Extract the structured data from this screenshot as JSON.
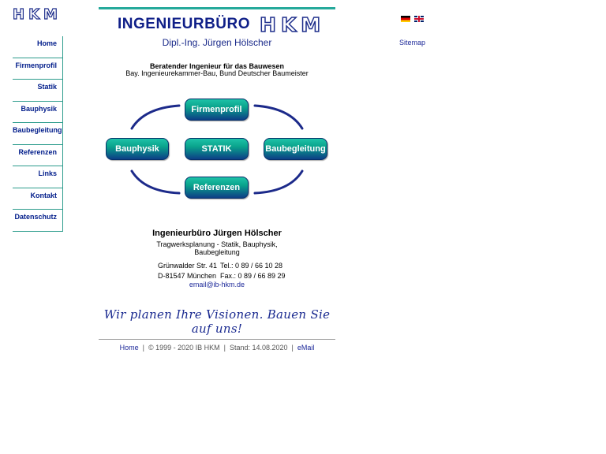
{
  "logo": {
    "text": "HKM"
  },
  "nav": {
    "items": [
      {
        "label": "Home"
      },
      {
        "label": "Firmenprofil"
      },
      {
        "label": "Statik"
      },
      {
        "label": "Bauphysik"
      },
      {
        "label": "Baubegleitung"
      },
      {
        "label": "Referenzen"
      },
      {
        "label": "Links"
      },
      {
        "label": "Kontakt"
      },
      {
        "label": "Datenschutz"
      }
    ]
  },
  "header": {
    "name": "INGENIEURBÜRO",
    "hkm": "HKM",
    "subtitle": "Dipl.-Ing. Jürgen Hölscher",
    "intro_bold": "Beratender Ingenieur für das Bauwesen",
    "intro": "Bay. Ingenieurekammer-Bau, Bund Deutscher Baumeister"
  },
  "diagram": {
    "top": "Firmenprofil",
    "left": "Bauphysik",
    "center": "STATIK",
    "right": "Baubegleitung",
    "bottom": "Referenzen"
  },
  "contact": {
    "firm": "Ingenieurbüro Jürgen Hölscher",
    "services_line1": "Tragwerksplanung - Statik, Bauphysik,",
    "services_line2": "Baubegleitung",
    "street": "Grünwalder Str. 41",
    "city": "D-81547 München",
    "tel": "Tel.: 0 89 / 66 10 28",
    "fax": "Fax.: 0 89 / 66 89 29",
    "email": "email@ib-hkm.de"
  },
  "slogan": "Wir planen Ihre Visionen. Bauen Sie auf uns!",
  "footer": {
    "home": "Home",
    "copyright": "© 1999 - 2020  IB HKM",
    "stand": "Stand: 14.08.2020",
    "email": "eMail"
  },
  "right": {
    "sitemap": "Sitemap"
  },
  "colors": {
    "accent": "#25a99b",
    "brand": "#0f1f88",
    "link": "#1e2a9a"
  },
  "icons": {
    "flag_de": "german-flag-icon",
    "flag_en": "uk-flag-icon"
  }
}
